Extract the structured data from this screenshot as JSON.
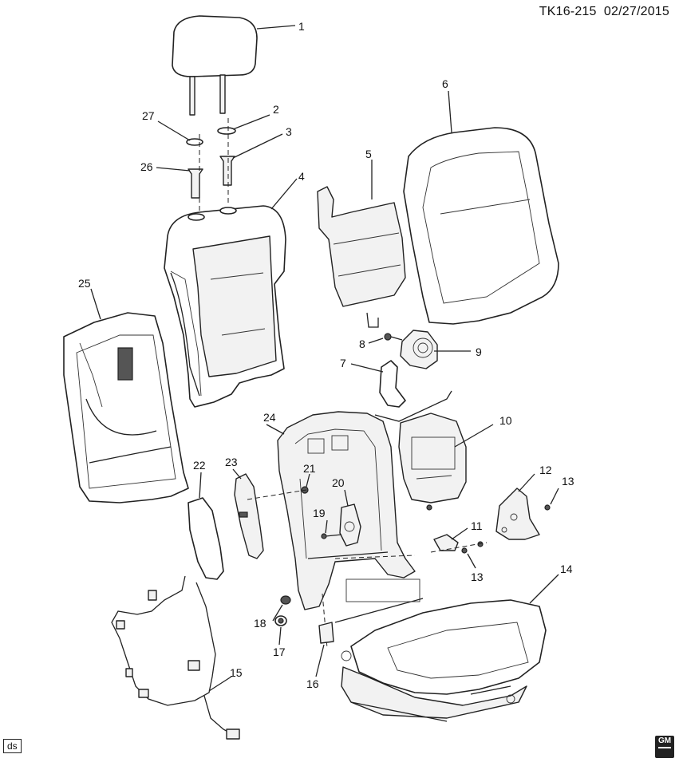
{
  "header": {
    "code": "TK16-215",
    "date": "02/27/2015"
  },
  "footer": {
    "badge": "ds",
    "logo": "GM"
  },
  "callouts": [
    "1",
    "2",
    "3",
    "4",
    "5",
    "6",
    "7",
    "8",
    "9",
    "10",
    "11",
    "12",
    "13",
    "13",
    "14",
    "15",
    "16",
    "17",
    "18",
    "19",
    "20",
    "21",
    "22",
    "23",
    "24",
    "25",
    "26",
    "27"
  ]
}
